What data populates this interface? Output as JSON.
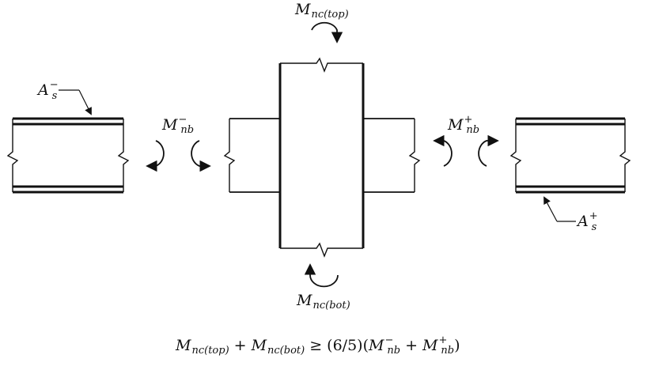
{
  "labels": {
    "m_top": {
      "main": "M",
      "sub": "nc(top)"
    },
    "m_bot": {
      "main": "M",
      "sub": "nc(bot)"
    },
    "m_nb_neg": {
      "main": "M",
      "sup": "−",
      "sub": "nb"
    },
    "m_nb_pos": {
      "main": "M",
      "sup": "+",
      "sub": "nb"
    },
    "as_neg": {
      "main": "A",
      "sup": "−",
      "sub": "s"
    },
    "as_pos": {
      "main": "A",
      "sup": "+",
      "sub": "s"
    }
  },
  "equation": {
    "t1_main": "M",
    "t1_sub": "nc(top)",
    "plus1": "+",
    "t2_main": "M",
    "t2_sub": "nc(bot)",
    "geq": "≥ (6/5)(",
    "t3_main": "M",
    "t3_sup": "−",
    "t3_sub": "nb",
    "plus2": "+",
    "t4_main": "M",
    "t4_sup": "+",
    "t4_sub": "nb",
    "close": ")"
  }
}
